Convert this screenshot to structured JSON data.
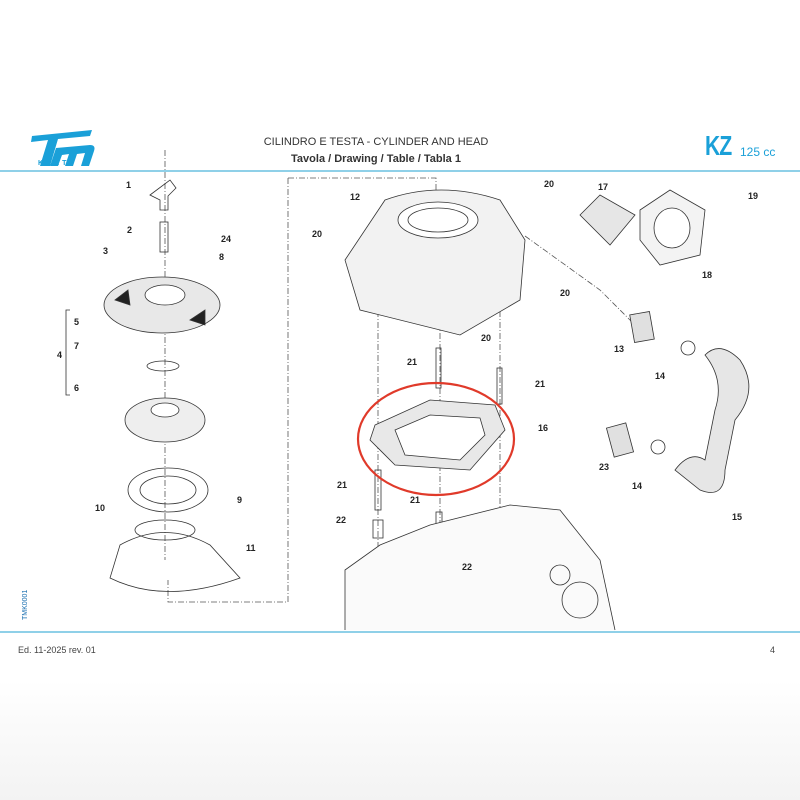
{
  "header": {
    "logo_text": "tm",
    "logo_sub": "KART",
    "title": "CILINDRO E TESTA  - CYLINDER AND HEAD",
    "subtitle": "Tavola / Drawing / Table  / Tabla 1",
    "model": "KZ",
    "displacement": "125 cc"
  },
  "colors": {
    "brand": "#1aa0d8",
    "highlight": "#e03a2a",
    "rule": "#8fd0e8"
  },
  "diagram": {
    "side_code": "TMK0001",
    "callouts": [
      "1",
      "2",
      "3",
      "24",
      "8",
      "5",
      "7",
      "4",
      "6",
      "9",
      "10",
      "11",
      "12",
      "20",
      "17",
      "19",
      "20",
      "18",
      "20",
      "20",
      "13",
      "14",
      "21",
      "21",
      "16",
      "23",
      "14",
      "15",
      "21",
      "22",
      "21",
      "22"
    ]
  },
  "footer": {
    "edition": "Ed. 11-2025  rev. 01",
    "page": "4"
  }
}
